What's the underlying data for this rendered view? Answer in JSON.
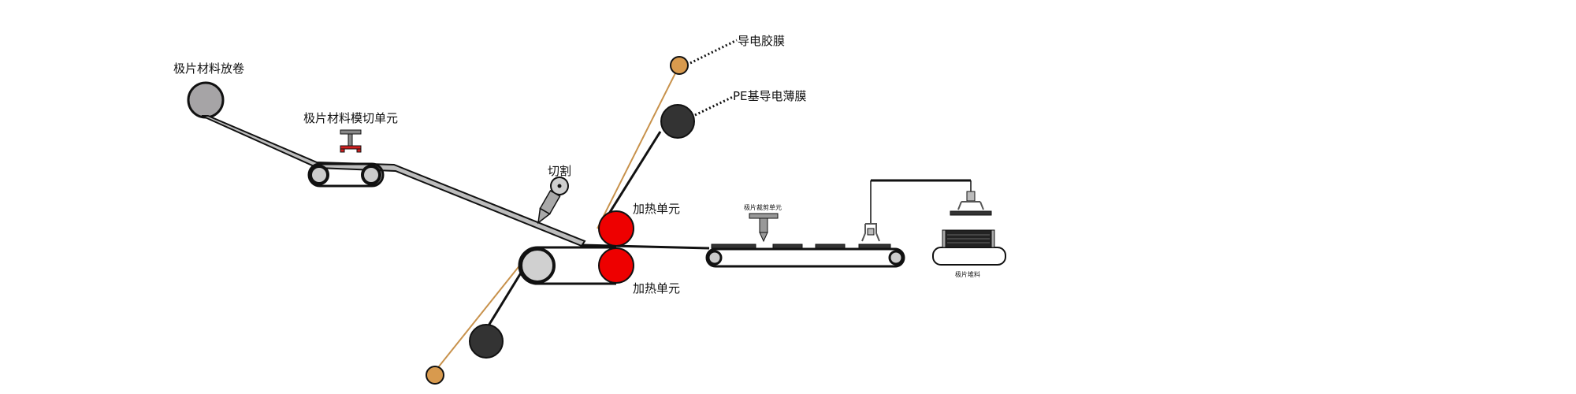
{
  "labels": {
    "unwind": "极片材料放卷",
    "die_cut": "极片材料模切单元",
    "cut": "切割",
    "heat_top": "加热单元",
    "heat_bottom": "加热单元",
    "conductive_film": "导电胶膜",
    "pe_film": "PE基导电薄膜",
    "cutting_unit": "极片裁剪单元",
    "stacking": "极片堆料"
  },
  "colors": {
    "heater": "#ee0000",
    "tan_roll": "#d89a4e",
    "tan_line": "#c8924c",
    "dark_roll": "#333333",
    "grey_roll": "#a6a4a6",
    "light_roll": "#c8c8c8",
    "belt": "#111111",
    "material": "#bdbdbd",
    "die_red": "#d21f1f"
  }
}
